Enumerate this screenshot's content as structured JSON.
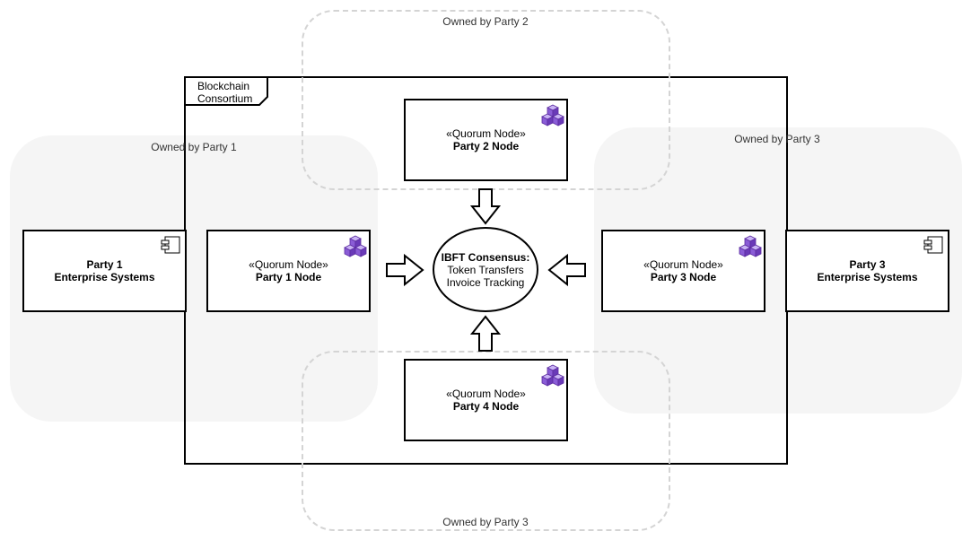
{
  "regions": {
    "party1": "Owned by Party 1",
    "party2": "Owned by Party 2",
    "party3": "Owned by Party 3",
    "party3_bottom": "Owned by Party 3"
  },
  "consortium": {
    "title_line1": "Blockchain",
    "title_line2": "Consortium"
  },
  "nodes": {
    "party1_systems": {
      "line1": "Party 1",
      "line2": "Enterprise Systems"
    },
    "party1_node": {
      "stereotype": "«Quorum Node»",
      "name": "Party 1 Node"
    },
    "party2_node": {
      "stereotype": "«Quorum Node»",
      "name": "Party 2 Node"
    },
    "party3_node": {
      "stereotype": "«Quorum Node»",
      "name": "Party 3 Node"
    },
    "party3_systems": {
      "line1": "Party 3",
      "line2": "Enterprise Systems"
    },
    "party4_node": {
      "stereotype": "«Quorum Node»",
      "name": "Party 4 Node"
    }
  },
  "consensus": {
    "title": "IBFT Consensus:",
    "line1": "Token Transfers",
    "line2": "Invoice Tracking"
  },
  "icons": {
    "component": "component-icon",
    "node": "cubes-icon",
    "arrow": "block-arrow-icon"
  },
  "colors": {
    "region_fill": "#f5f5f5",
    "dashed_border": "#d4d4d4",
    "cube_purple": "#9370db"
  }
}
